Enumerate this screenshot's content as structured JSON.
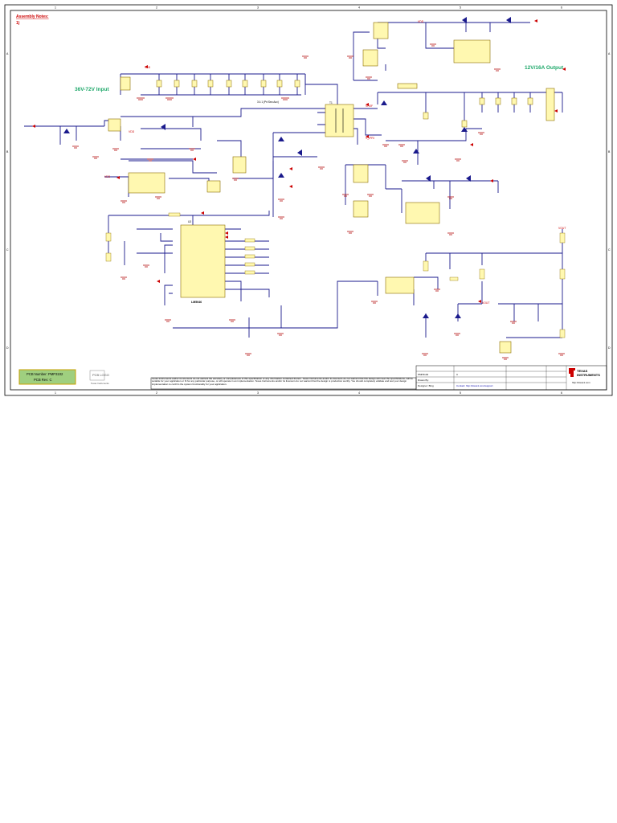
{
  "notes": {
    "title": "Assembly Notes:",
    "line1": "1)"
  },
  "headings": {
    "input": "36V-72V Input",
    "output": "12V/16A Output"
  },
  "zone_numbers": [
    "1",
    "2",
    "3",
    "4",
    "5",
    "6"
  ],
  "zone_letters": [
    "A",
    "B",
    "C",
    "D"
  ],
  "transformer": {
    "label": "T1",
    "note": "3:1:1 (Pri:Sec:Aux)"
  },
  "controller": {
    "ref": "U3",
    "name": "LM5046"
  },
  "pcb_box": {
    "number_label": "PCB Number: PMP3102",
    "rev_label": "PCB Rev: C"
  },
  "logo_box": {
    "title": "PCB LOGO",
    "caption": "Texas Instruments"
  },
  "disclaimer": "Texas Instruments and/or its licensors do not warrant the accuracy or completeness of this specification or any information contained therein. Texas Instruments and/or its licensors do not warrant that this design will meet the specifications, will be suitable for your application or fit for any particular purpose, or will operate in an implementation. Texas Instruments and/or its licensors do not warrant that the design is production worthy. You should completely validate and test your design implementation to confirm the system functionality for your application.",
  "ti": {
    "name_line1": "TEXAS",
    "name_line2": "INSTRUMENTS",
    "url": "http://www.ti.com"
  },
  "title_block": {
    "number": "PMP3102",
    "rev": "C",
    "designer": "Designer: Bing",
    "drawn": "Drawn By:",
    "contact": "Contact: http://www.ti.com/support"
  },
  "net_labels": {
    "vdd": "VDD",
    "vref": "VREF",
    "v_ipri": "V_IPRI",
    "vout": "VOUT"
  },
  "colors": {
    "wire": "#1a1a8c",
    "part_fill": "#fff8b0",
    "net_label": "#cc0000",
    "heading": "#1ea86a",
    "pcb_box": "#9fcf7f"
  }
}
